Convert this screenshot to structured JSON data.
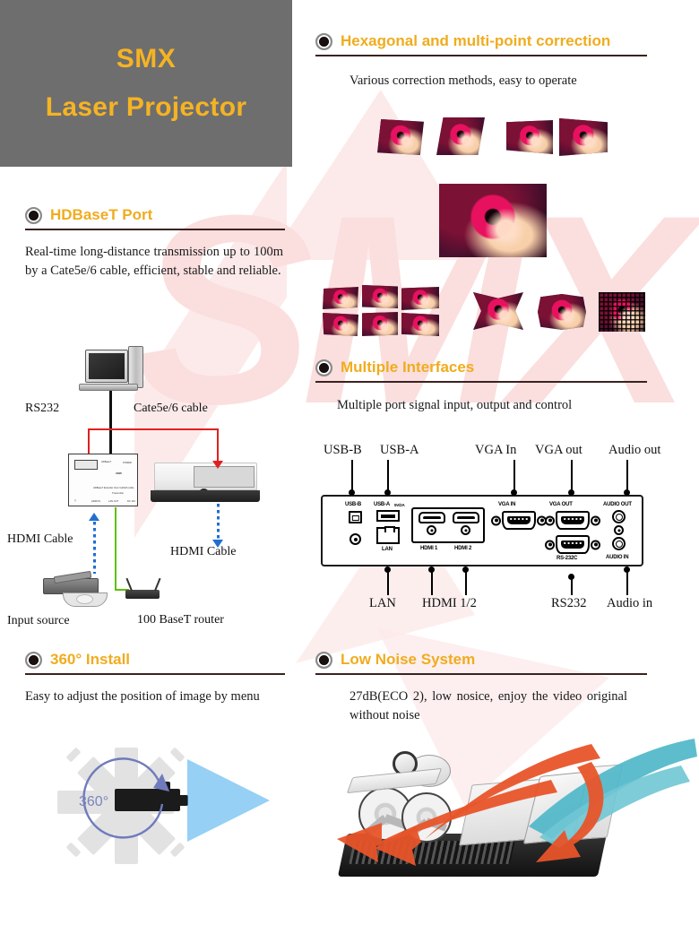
{
  "header": {
    "line1": "SMX",
    "line2": "Laser Projector",
    "bg_color": "#6e6e6e",
    "text_color": "#f5b324"
  },
  "watermark": {
    "text": "SMX",
    "color": "#fbdede"
  },
  "sections": {
    "hexagonal": {
      "title": "Hexagonal and multi-point correction",
      "body": "Various correction methods, easy to operate",
      "bullet_icon": "filled-circle-icon"
    },
    "hdbaset": {
      "title": "HDBaseT Port",
      "body": "Real-time long-distance transmission up to 100m by a Cate5e/6 cable, efficient, stable and reliable.",
      "bullet_icon": "filled-circle-icon",
      "diagram_labels": {
        "rs232": "RS232",
        "cate": "Cate5e/6 cable",
        "hdmi_left": "HDMI Cable",
        "hdmi_right": "HDMI Cable",
        "input_source": "Input source",
        "router": "100 BaseT router"
      }
    },
    "interfaces": {
      "title": "Multiple Interfaces",
      "body": "Multiple port signal input, output and control",
      "bullet_icon": "filled-circle-icon",
      "callouts_top": [
        "USB-B",
        "USB-A",
        "VGA In",
        "VGA out",
        "Audio out"
      ],
      "callouts_bottom": [
        "LAN",
        "HDMI 1/2",
        "RS232",
        "Audio  in"
      ],
      "panel_labels": {
        "usb_b": "USB-B",
        "usb_a": "USB-A",
        "usb_a_sub": "5V/2A",
        "lan": "LAN",
        "hdmi1": "HDMI 1",
        "hdmi2": "HDMI 2",
        "vga_in": "VGA IN",
        "vga_out": "VGA  OUT",
        "audio_out": "AUDIO OUT",
        "audio_in": "AUDIO IN",
        "rs232c": "RS-232C"
      }
    },
    "install360": {
      "title": "360° Install",
      "body": "Easy to adjust the position of  image by menu",
      "bullet_icon": "filled-circle-icon",
      "graphic_label": "360°"
    },
    "lownoise": {
      "title": "Low Noise System",
      "body": "27dB(ECO 2), low nosice, enjoy the video original without noise",
      "bullet_icon": "filled-circle-icon"
    }
  },
  "colors": {
    "accent": "#f0ac1e",
    "rule": "#3b2220",
    "wire_red": "#e02020",
    "wire_green": "#5cc000",
    "wire_blue": "#1f6fd0",
    "airflow_hot": "#e8542a",
    "airflow_cool": "#49b6c8"
  }
}
